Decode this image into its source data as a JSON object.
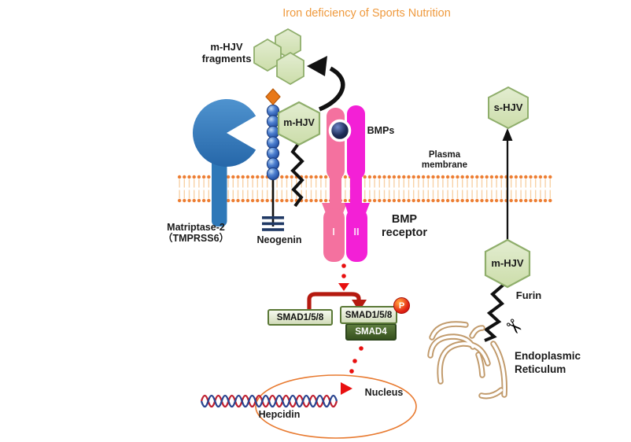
{
  "title": "Iron deficiency of Sports Nutrition",
  "pathway": {
    "fragments": {
      "line1": "m-HJV",
      "line2": "fragments"
    },
    "matriptase": {
      "line1": "Matriptase-2",
      "line2": "（TMPRSS6）"
    },
    "neogenin": "Neogenin",
    "mhjv_membrane": "m-HJV",
    "bmps": "BMPs",
    "plasma_membrane": {
      "line1": "Plasma",
      "line2": "membrane"
    },
    "bmp_receptor": {
      "line1": "BMP",
      "line2": "receptor",
      "type1": "I",
      "type2": "II"
    },
    "smad": {
      "left": "SMAD1/5/8",
      "right": "SMAD1/5/8",
      "smad4": "SMAD4",
      "phosphate": "P"
    },
    "nucleus": {
      "label": "Nucleus",
      "gene": "Hepcidin"
    },
    "secreted": {
      "shjv": "s-HJV",
      "mhjv": "m-HJV",
      "protease": "Furin"
    },
    "er": {
      "line1": "Endoplasmic",
      "line2": "Reticulum"
    }
  },
  "icons": {
    "scissors": "✂"
  },
  "colors": {
    "title_orange": "#EF9A3E",
    "hexagon_fill": "#D9E7C2",
    "hexagon_border": "#8FAE6B",
    "receptor_type_I_pink": "#F4719F",
    "receptor_type_II_magenta": "#F320D6",
    "matriptase_blue": "#2F79BC",
    "membrane_orange": "#ED7D31",
    "smad_dark_green": "#3E5A28",
    "signal_arrow_red": "#B51A10",
    "dotted_red": "#E81010",
    "er_tan": "#C19A6B",
    "dna_red": "#C02030",
    "dna_blue": "#2B4590"
  }
}
